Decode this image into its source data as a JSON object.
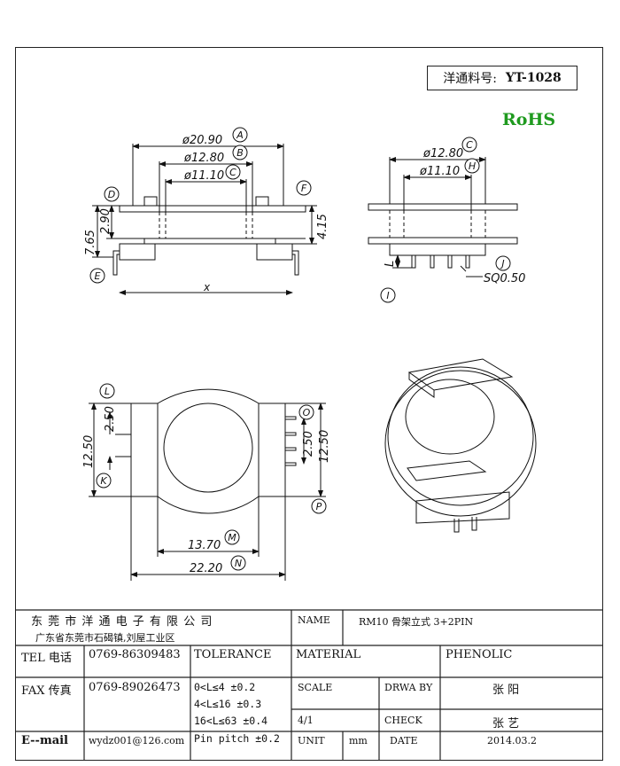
{
  "part_number": {
    "label": "洋通料号:",
    "value": "YT-1028"
  },
  "rohs": "RoHS",
  "dimensions": {
    "d_20_90": "ø20.90",
    "d_12_80": "ø12.80",
    "d_11_10": "ø11.10",
    "d_12_80_side": "ø12.80",
    "d_11_10_side": "ø11.10",
    "h_7_65": "7.65",
    "h_2_90": "2.90",
    "h_4_15": "4.15",
    "x": "x",
    "L": "L",
    "sq": "SQ0.50",
    "v_2_50_left": "2.50",
    "v_12_50_left": "12.50",
    "v_2_50_right": "2.50",
    "v_12_50_right": "12.50",
    "w_13_70": "13.70",
    "w_22_20": "22.20"
  },
  "callouts": [
    "A",
    "B",
    "C",
    "D",
    "E",
    "F",
    "C",
    "H",
    "I",
    "J",
    "L",
    "K",
    "O",
    "P",
    "M",
    "N"
  ],
  "title_block": {
    "company": "东 莞 市 洋 通 电 子 有 限 公 司",
    "address": "广东省东莞市石碣镇,刘屋工业区",
    "name_label": "NAME",
    "name_value": "RM10 骨架立式 3+2PIN",
    "tel_label": "TEL 电话",
    "tel_value": "0769-86309483",
    "tolerance_label": "TOLERANCE",
    "material_label": "MATERIAL",
    "material_value": "PHENOLIC",
    "fax_label": "FAX 传真",
    "fax_value": "0769-89026473",
    "tol_1": "0<L≤4   ±0.2",
    "tol_2": "4<L≤16  ±0.3",
    "tol_3": "16<L≤63 ±0.4",
    "tol_4": "Pin pitch ±0.2",
    "scale_label": "SCALE",
    "scale_value": "4/1",
    "drawn_label": "DRWA BY",
    "drawn_value": "张 阳",
    "check_label": "CHECK",
    "check_value": "张 艺",
    "email_label": "E--mail",
    "email_value": "wydz001@126.com",
    "unit_label": "UNIT",
    "unit_value": "mm",
    "date_label": "DATE",
    "date_value": "2014.03.2"
  }
}
